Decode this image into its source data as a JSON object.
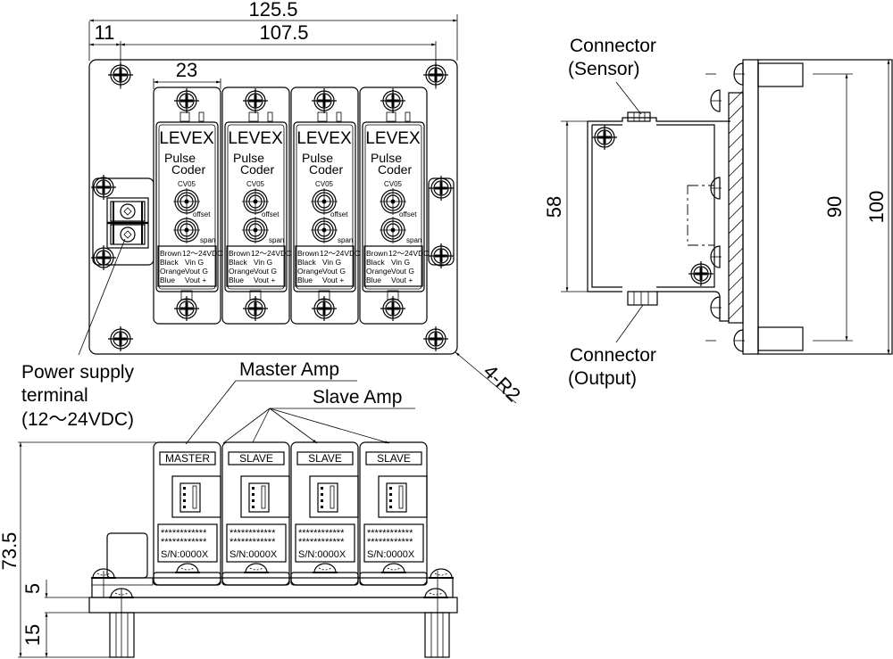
{
  "dimensions": {
    "overall_width": "125.5",
    "hole_offset": "11",
    "hole_pitch": "107.5",
    "module_width": "23",
    "side_height": "58",
    "hole_pitch_vertical": "90",
    "overall_height": "100",
    "corner_radius": "4-R2",
    "total_height": "73.5",
    "base_thickness": "5",
    "leg_height": "15"
  },
  "modules": [
    {
      "brand": "LEVEX",
      "line1": "Pulse",
      "line2": "Coder",
      "model": "CV05",
      "offset_label": "offset",
      "span_label": "span",
      "tag": "MASTER",
      "stars1": "************",
      "stars2": "************",
      "serial": "S/N:0000X"
    },
    {
      "brand": "LEVEX",
      "line1": "Pulse",
      "line2": "Coder",
      "model": "CV05",
      "offset_label": "offset",
      "span_label": "span",
      "tag": "SLAVE",
      "stars1": "************",
      "stars2": "************",
      "serial": "S/N:0000X"
    },
    {
      "brand": "LEVEX",
      "line1": "Pulse",
      "line2": "Coder",
      "model": "CV05",
      "offset_label": "offset",
      "span_label": "span",
      "tag": "SLAVE",
      "stars1": "************",
      "stars2": "************",
      "serial": "S/N:0000X"
    },
    {
      "brand": "LEVEX",
      "line1": "Pulse",
      "line2": "Coder",
      "model": "CV05",
      "offset_label": "offset",
      "span_label": "span",
      "tag": "SLAVE",
      "stars1": "************",
      "stars2": "************",
      "serial": "S/N:0000X"
    }
  ],
  "wiring": [
    {
      "color": "Brown",
      "signal": "12～24VDC"
    },
    {
      "color": "Black",
      "signal": "Vin  G"
    },
    {
      "color": "Orange",
      "signal": "Vout  G"
    },
    {
      "color": "Blue",
      "signal": "Vout  +"
    }
  ],
  "labels": {
    "power_supply_line1": "Power supply",
    "power_supply_line2": "terminal",
    "power_supply_line3": "(12～24VDC)",
    "master_amp": "Master Amp",
    "slave_amp": "Slave Amp",
    "connector_sensor_line1": "Connector",
    "connector_sensor_line2": "(Sensor)",
    "connector_output_line1": "Connector",
    "connector_output_line2": "(Output)"
  }
}
